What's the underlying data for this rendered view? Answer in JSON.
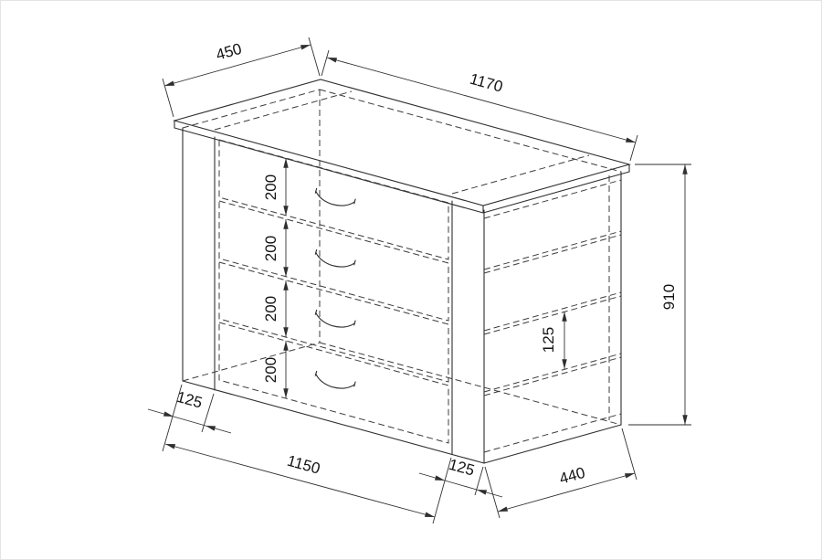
{
  "drawing": {
    "background": "#ffffff",
    "line_color": "#2f2f2f",
    "labels": {
      "top_depth": "450",
      "top_width": "1170",
      "total_height": "910",
      "drawer1_height": "200",
      "drawer2_height": "200",
      "drawer3_height": "200",
      "drawer4_height": "200",
      "inner_spacing": "125",
      "base_left_inset": "125",
      "base_width": "1150",
      "base_right_inset": "125",
      "base_depth": "440"
    }
  }
}
